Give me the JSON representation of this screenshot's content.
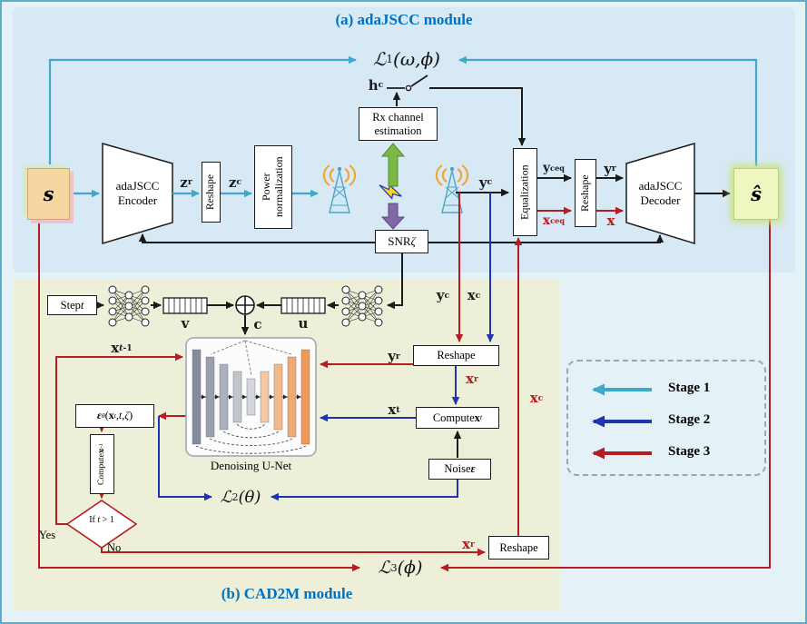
{
  "titles": {
    "module_a": "(a) adaJSCC module",
    "module_b": "(b) CAD2M module"
  },
  "losses": {
    "l1": "ℒ<sub>1</sub>(<i>ω</i>, <i>ϕ</i>)",
    "l2": "ℒ<sub>2</sub>(<i>θ</i>)",
    "l3": "ℒ<sub>3</sub>(<i>ϕ</i>)"
  },
  "blocks": {
    "source": "<i>s</i>",
    "output": "<i>ŝ</i>",
    "encoder": "adaJSCC<br>Encoder",
    "decoder": "adaJSCC<br>Decoder",
    "reshape": "Reshape",
    "power_norm": "Power<br>normalization",
    "rx_channel_est": "Rx channel<br>estimation",
    "equalization": "Equalization",
    "snr": "SNR <i>ζ</i>",
    "step": "Step <i>t</i>",
    "compute_xt": "Compute <b>x</b><sub><i>t</i></sub>",
    "noise": "Noise <b><i>ε</i></b>",
    "eps_theta": "<b><i>ε</i></b><sub><i>θ</i></sub>(<b>x</b><sub><i>t</i></sub>, <i>t</i>, <i>ζ</i>)",
    "compute_xtm1": "Compute <b>x</b><sub><i>t</i>-1</sub>",
    "unet_caption": "Denoising U-Net",
    "if_branch": "If <i>t</i> > 1",
    "yes": "Yes",
    "no": "No"
  },
  "signals": {
    "zr": "<b>z</b><sub>r</sub>",
    "zc": "<b>z</b><sub>c</sub>",
    "hc": "<b>h</b><sub>c</sub>",
    "yc": "<b>y</b><sub>c</sub>",
    "yc_eq": "<b>y</b><sub>c</sub><sup>eq</sup>",
    "xc_eq": "<b>x</b><sub>c</sub><sup>eq</sup>",
    "yr": "<b>y</b><sub>r</sub>",
    "x": "<b>x</b>",
    "v": "<b>v</b>",
    "u": "<b>u</b>",
    "c": "<b>c</b>",
    "xc": "<b>x</b><sub>c</sub>",
    "xr": "<b>x</b><sub>r</sub>",
    "xt": "<b>x</b><sub>t</sub>",
    "xtm1": "<b>x</b><sub><i>t</i>-1</sub>"
  },
  "legend": {
    "items": [
      {
        "label": "Stage 1",
        "color": "#3fa9c9"
      },
      {
        "label": "Stage 2",
        "color": "#1e34b0"
      },
      {
        "label": "Stage 3",
        "color": "#b51d22"
      }
    ]
  },
  "colors": {
    "stage1": "#3fa9c9",
    "stage2": "#1e34b0",
    "stage3": "#b51d22",
    "black": "#1a1a1a",
    "panel_a_bg": "#d8e9f6",
    "panel_b_bg": "#edefd9",
    "title_blue": "#0070c0"
  }
}
